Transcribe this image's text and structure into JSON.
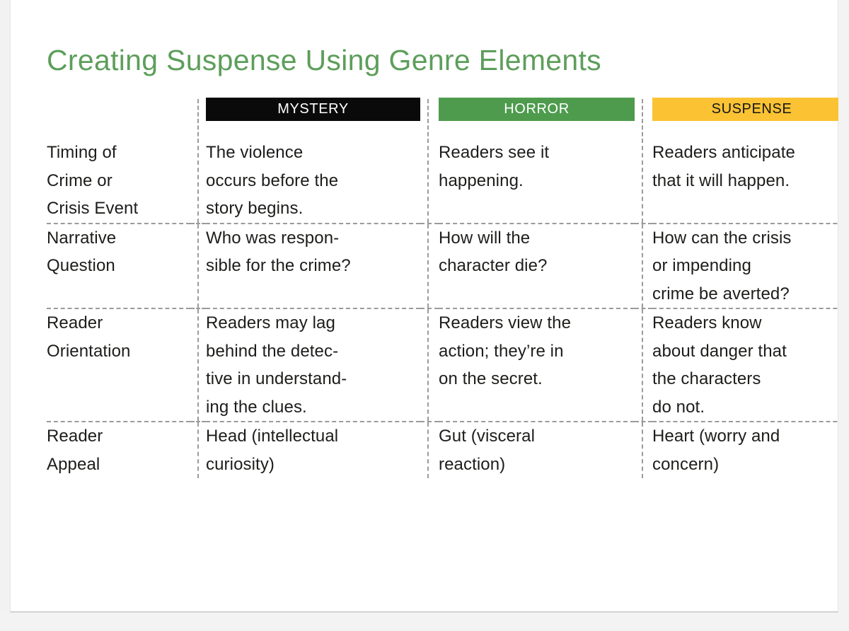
{
  "document": {
    "title": "Creating Suspense Using Genre Elements",
    "accent_green": "#5d9e5b",
    "badge_black": "#0a0a0a",
    "badge_green": "#4e9b4e",
    "badge_yellow": "#fbc334",
    "text_color": "#1d1d1b",
    "background": "#ffffff"
  },
  "table": {
    "row_header_label": "",
    "columns": [
      {
        "key": "mystery",
        "label": "MYSTERY",
        "style": "black"
      },
      {
        "key": "horror",
        "label": "HORROR",
        "style": "green"
      },
      {
        "key": "suspense",
        "label": "SUSPENSE",
        "style": "yellow"
      }
    ],
    "rows": [
      {
        "label": "Timing of\nCrime or\nCrisis Event",
        "mystery": "The violence\noccurs before the\nstory begins.",
        "horror": "Readers see it\nhappening.",
        "suspense": "Readers anticipate\nthat it will happen."
      },
      {
        "label": "Narrative\nQuestion",
        "mystery": "Who was respon-\nsible for the crime?",
        "horror": "How will the\ncharacter die?",
        "suspense": "How can the crisis\nor impending\ncrime be averted?"
      },
      {
        "label": "Reader\nOrientation",
        "mystery": "Readers may lag\nbehind the detec-\ntive in understand-\ning the clues.",
        "horror": "Readers view the\naction; they’re in\non the secret.",
        "suspense": "Readers know\nabout danger that\nthe characters\ndo not."
      },
      {
        "label": "Reader\nAppeal",
        "mystery": "Head (intellectual\ncuriosity)",
        "horror": "Gut (visceral\nreaction)",
        "suspense": "Heart (worry and\nconcern)"
      }
    ]
  }
}
